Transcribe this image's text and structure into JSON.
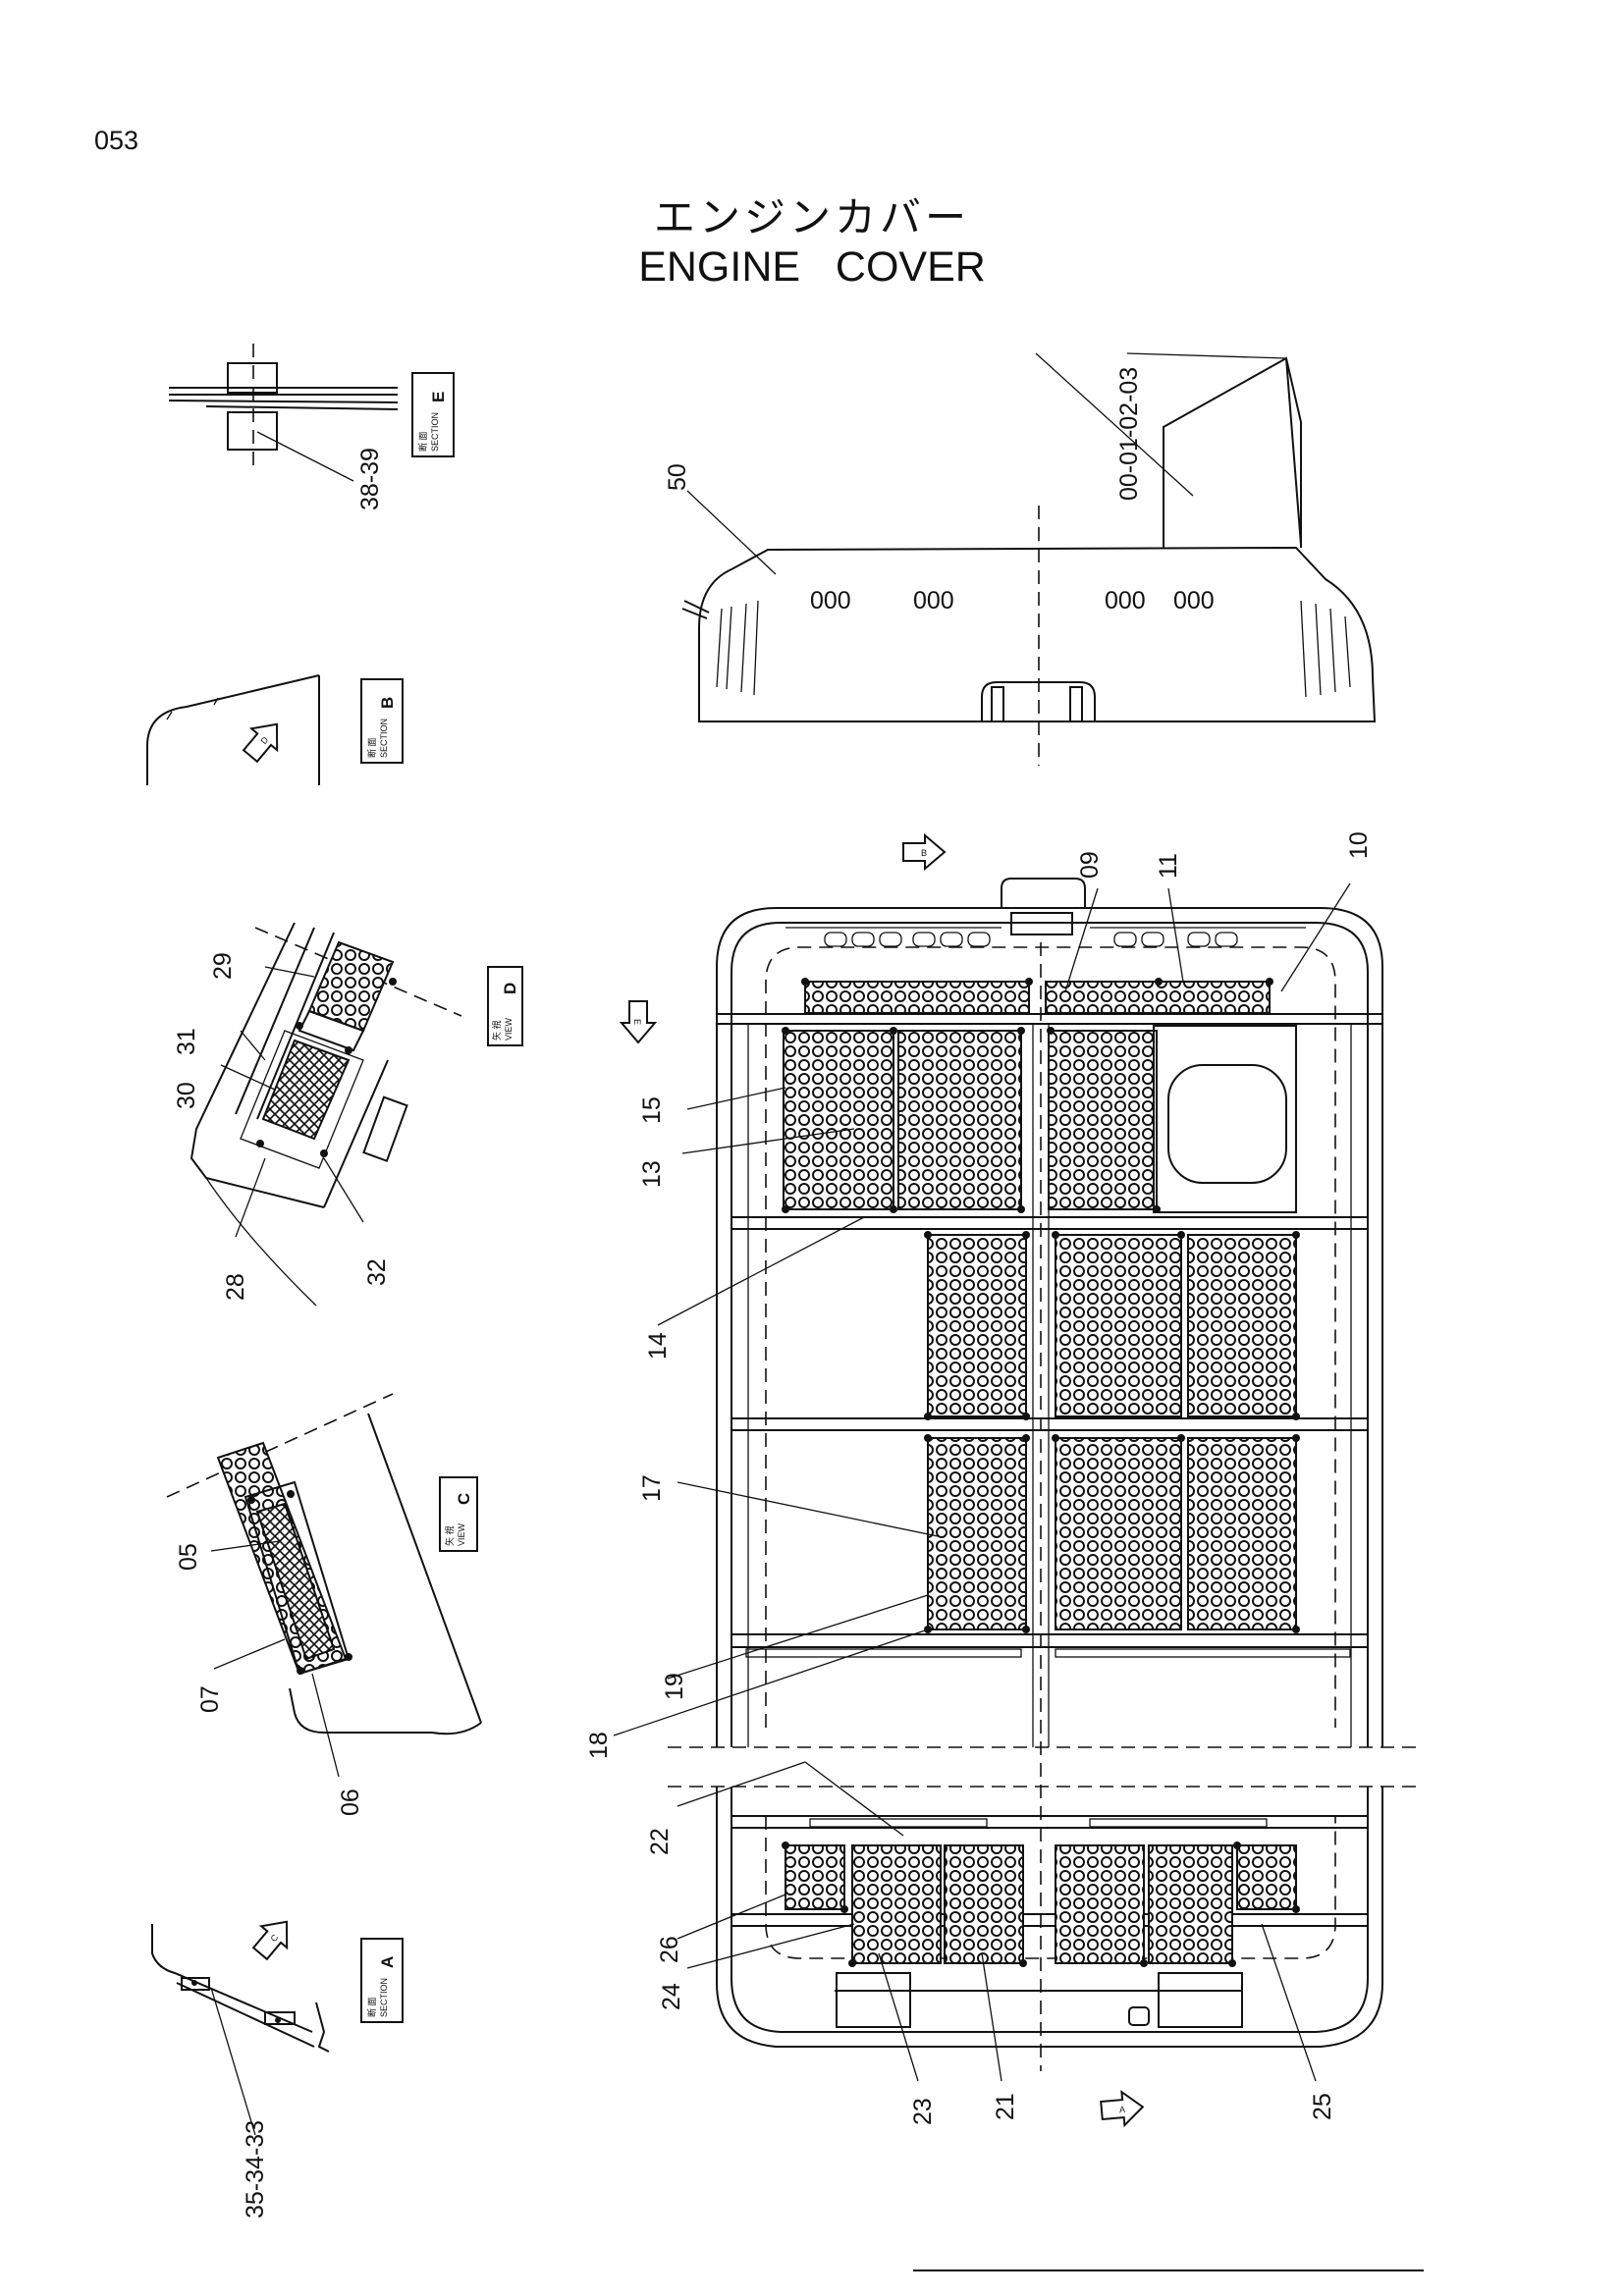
{
  "header": {
    "page_number": "053",
    "title_jp": "エンジンカバー",
    "title_en": "ENGINE   COVER"
  },
  "view_tags": [
    {
      "id": "section-e",
      "kanji": "断 面",
      "label": "SECTION",
      "letter": "E"
    },
    {
      "id": "section-b",
      "kanji": "断 面",
      "label": "SECTION",
      "letter": "B"
    },
    {
      "id": "view-d",
      "kanji": "矢 視",
      "label": "VIEW",
      "letter": "D"
    },
    {
      "id": "view-c",
      "kanji": "矢 視",
      "label": "VIEW",
      "letter": "C"
    },
    {
      "id": "section-a",
      "kanji": "断 面",
      "label": "SECTION",
      "letter": "A"
    }
  ],
  "direction_arrows": [
    "B",
    "E",
    "D",
    "C",
    "A"
  ],
  "callouts": [
    "38-39",
    "00-01-02-03",
    "50",
    "29",
    "31",
    "30",
    "28",
    "32",
    "09",
    "11",
    "10",
    "15",
    "13",
    "14",
    "17",
    "19",
    "18",
    "05",
    "07",
    "06",
    "22",
    "26",
    "24",
    "23",
    "21",
    "25",
    "35-34-33"
  ],
  "vent_text": [
    "000",
    "000",
    "000",
    "000"
  ]
}
